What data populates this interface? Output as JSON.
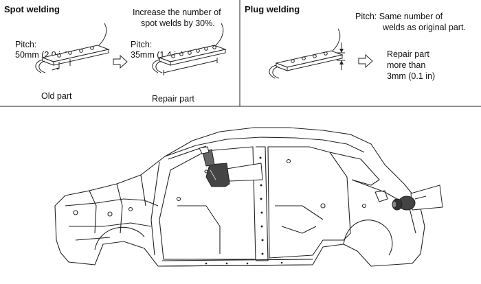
{
  "spot": {
    "title": "Spot welding",
    "note_line1": "Increase the number of",
    "note_line2": "spot welds by 30%.",
    "old_pitch_label": "Pitch:",
    "old_pitch_value": "50mm (2.0 in)",
    "old_caption": "Old part",
    "new_pitch_label": "Pitch:",
    "new_pitch_value": "35mm (1.4 in)",
    "new_caption": "Repair part"
  },
  "plug": {
    "title": "Plug welding",
    "pitch_line1": "Pitch:  Same number of",
    "pitch_line2": "welds as original part.",
    "repair_line1": "Repair part",
    "repair_line2": "more than",
    "repair_line3": "3mm (0.1 in)"
  },
  "icons": [
    "arrow-right-icon",
    "weld-strip-icon",
    "car-body-illustration",
    "spot-welder-tool-icon",
    "grinder-tool-icon"
  ]
}
